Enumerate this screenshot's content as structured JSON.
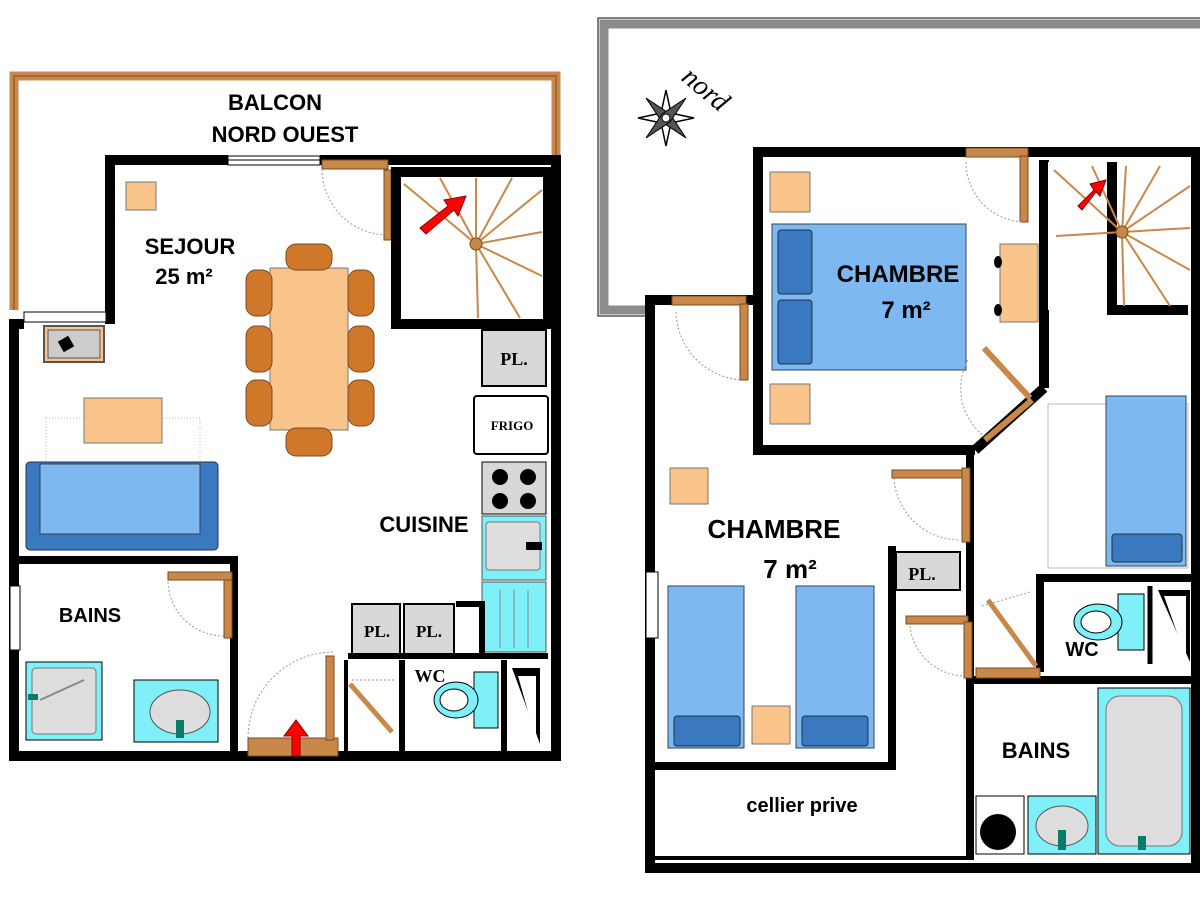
{
  "left_plan": {
    "balcon": "BALCON",
    "balcon_orientation": "NORD OUEST",
    "sejour": "SEJOUR",
    "sejour_area": "25 m²",
    "cuisine": "CUISINE",
    "frigo": "FRIGO",
    "pl_top": "PL.",
    "pl_left": "PL.",
    "pl_right": "PL.",
    "bains": "BAINS",
    "wc": "WC"
  },
  "right_plan": {
    "nord": "nord",
    "chambre_top": "CHAMBRE",
    "chambre_top_area": "7 m²",
    "chambre_bottom": "CHAMBRE",
    "chambre_bottom_area": "7 m²",
    "pl": "PL.",
    "wc": "WC",
    "bains": "BAINS",
    "cellier": "cellier prive"
  },
  "colors": {
    "wall": "#000000",
    "door_wood": "#c8884a",
    "furniture_orange": "#f8c48a",
    "bed_blue": "#7db8f0",
    "bed_dark_blue": "#3a78c0",
    "sanitary_cyan": "#7ff0f8",
    "closet_gray": "#d8d8d8",
    "terrace_gray": "#8c8c8c",
    "arrow_red": "#ff0000",
    "chair_brown": "#d0782a"
  }
}
